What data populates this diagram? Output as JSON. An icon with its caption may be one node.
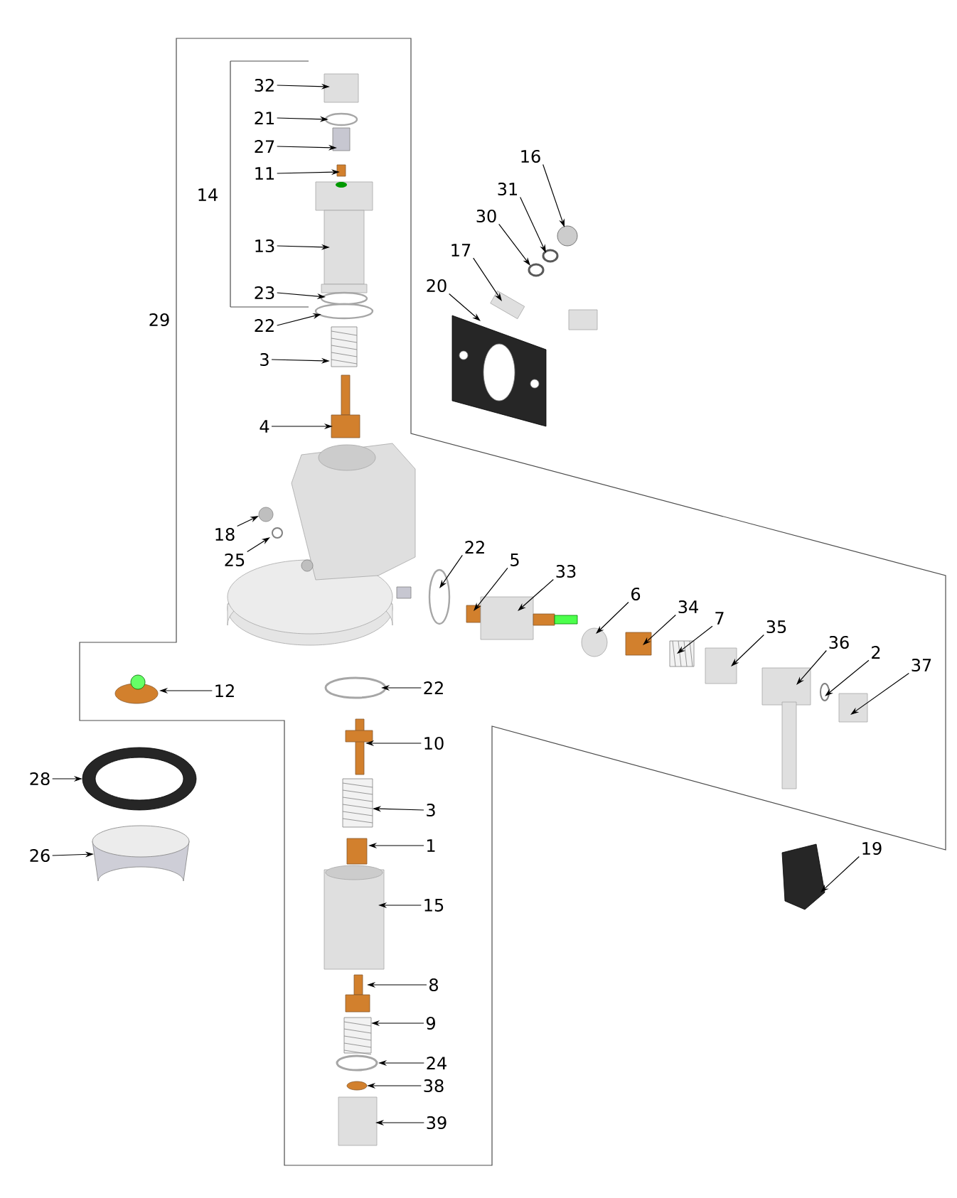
{
  "diagram": {
    "nodes": [
      {
        "text": [
          "32"
        ]
      },
      {
        "text": [
          "21"
        ]
      },
      {
        "text": [
          "27"
        ]
      },
      {
        "text": [
          "11"
        ]
      },
      {
        "text": [
          "13"
        ]
      },
      {
        "text": [
          "23"
        ]
      },
      {
        "text": [
          "22"
        ]
      },
      {
        "text": [
          "3"
        ]
      },
      {
        "text": [
          "4"
        ]
      },
      {
        "text": [
          "16"
        ]
      },
      {
        "text": [
          "31"
        ]
      },
      {
        "text": [
          "30"
        ]
      },
      {
        "text": [
          "17"
        ]
      },
      {
        "text": [
          "20"
        ]
      },
      {
        "text": [
          "18"
        ]
      },
      {
        "text": [
          "25"
        ]
      },
      {
        "text": [
          "22"
        ]
      },
      {
        "text": [
          "5"
        ]
      },
      {
        "text": [
          "33"
        ]
      },
      {
        "text": [
          "6"
        ]
      },
      {
        "text": [
          "34"
        ]
      },
      {
        "text": [
          "7"
        ]
      },
      {
        "text": [
          "35"
        ]
      },
      {
        "text": [
          "36"
        ]
      },
      {
        "text": [
          "2"
        ]
      },
      {
        "text": [
          "37"
        ]
      },
      {
        "text": [
          "12"
        ]
      },
      {
        "text": [
          "22"
        ]
      },
      {
        "text": [
          "10"
        ]
      },
      {
        "text": [
          "28"
        ]
      },
      {
        "text": [
          "3"
        ]
      },
      {
        "text": [
          "26"
        ]
      },
      {
        "text": [
          "1"
        ]
      },
      {
        "text": [
          "19"
        ]
      },
      {
        "text": [
          "15"
        ]
      },
      {
        "text": [
          "8"
        ]
      },
      {
        "text": [
          "9"
        ]
      },
      {
        "text": [
          "24"
        ]
      },
      {
        "text": [
          "38"
        ]
      },
      {
        "text": [
          "39"
        ]
      }
    ],
    "edges": [
      {
        "from": 0,
        "to": null,
        "arrow": "to"
      },
      {
        "from": 1,
        "to": null,
        "arrow": "to"
      },
      {
        "from": 2,
        "to": null,
        "arrow": "to"
      },
      {
        "from": 3,
        "to": null,
        "arrow": "to"
      },
      {
        "from": 4,
        "to": null,
        "arrow": "to"
      },
      {
        "from": 5,
        "to": null,
        "arrow": "to"
      },
      {
        "from": 6,
        "to": null,
        "arrow": "to"
      },
      {
        "from": 7,
        "to": null,
        "arrow": "to"
      },
      {
        "from": 8,
        "to": null,
        "arrow": "to"
      },
      {
        "from": 9,
        "to": null,
        "arrow": "to"
      },
      {
        "from": 10,
        "to": null,
        "arrow": "to"
      },
      {
        "from": 11,
        "to": null,
        "arrow": "to"
      },
      {
        "from": 12,
        "to": null,
        "arrow": "to"
      },
      {
        "from": 13,
        "to": null,
        "arrow": "to"
      },
      {
        "from": 14,
        "to": null,
        "arrow": "to"
      },
      {
        "from": 15,
        "to": null,
        "arrow": "to"
      },
      {
        "from": 16,
        "to": null,
        "arrow": "to"
      },
      {
        "from": 17,
        "to": null,
        "arrow": "to"
      },
      {
        "from": 18,
        "to": null,
        "arrow": "to"
      },
      {
        "from": 19,
        "to": null,
        "arrow": "to"
      },
      {
        "from": 20,
        "to": null,
        "arrow": "to"
      },
      {
        "from": 21,
        "to": null,
        "arrow": "to"
      },
      {
        "from": 22,
        "to": null,
        "arrow": "to"
      },
      {
        "from": 23,
        "to": null,
        "arrow": "to"
      },
      {
        "from": 24,
        "to": null,
        "arrow": "to"
      },
      {
        "from": 25,
        "to": null,
        "arrow": "to"
      },
      {
        "from": 26,
        "to": null,
        "arrow": "to"
      },
      {
        "from": 27,
        "to": null,
        "arrow": "to"
      },
      {
        "from": 28,
        "to": null,
        "arrow": "to"
      },
      {
        "from": 29,
        "to": null,
        "arrow": "to"
      },
      {
        "from": 30,
        "to": null,
        "arrow": "to"
      },
      {
        "from": 31,
        "to": null,
        "arrow": "to"
      },
      {
        "from": 32,
        "to": null,
        "arrow": "to"
      },
      {
        "from": 33,
        "to": null,
        "arrow": "to"
      },
      {
        "from": 34,
        "to": null,
        "arrow": "to"
      },
      {
        "from": 35,
        "to": null,
        "arrow": "to"
      },
      {
        "from": 36,
        "to": null,
        "arrow": "to"
      },
      {
        "from": 37,
        "to": null,
        "arrow": "to"
      },
      {
        "from": 38,
        "to": null,
        "arrow": "to"
      },
      {
        "from": 39,
        "to": null,
        "arrow": "to"
      }
    ],
    "labels": [
      "14",
      "29"
    ]
  }
}
